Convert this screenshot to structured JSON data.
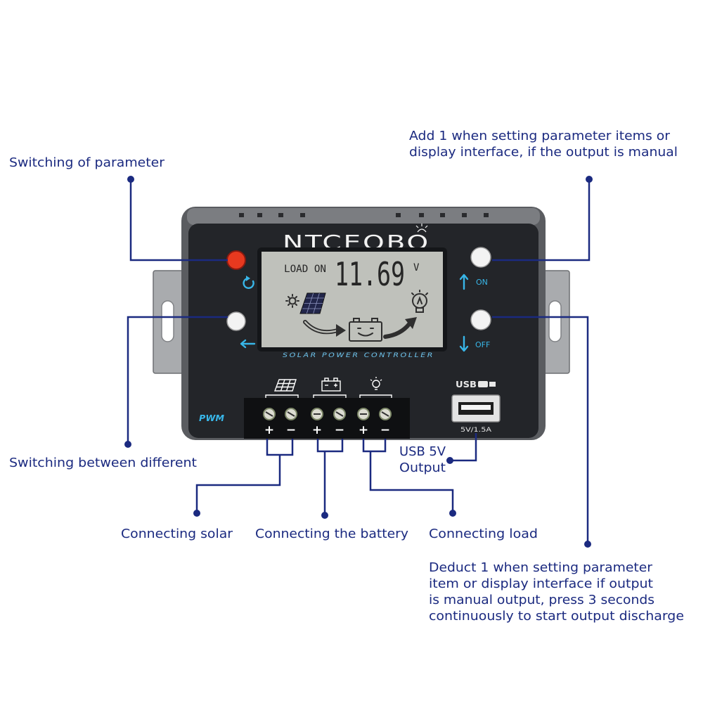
{
  "annotations": {
    "switching_parameter": "Switching of parameter",
    "add_one": [
      "Add 1 when setting parameter items or",
      "display interface, if the output is manual"
    ],
    "switching_between": "Switching between different",
    "usb_output": [
      "USB 5V",
      "Output"
    ],
    "connecting_solar": "Connecting solar",
    "connecting_battery": "Connecting the battery",
    "connecting_load": "Connecting load",
    "deduct_one": [
      "Deduct 1 when setting parameter",
      "item or display interface if output",
      "is manual output, press 3 seconds",
      "continuously to start output discharge"
    ]
  },
  "device": {
    "brand": "NTCEOBO",
    "lcd": {
      "load_status": "LOAD ON",
      "voltage": "11.69",
      "unit": "V"
    },
    "panel_label": "SOLAR POWER CONTROLLER",
    "mode_label": "PWM",
    "buttons": {
      "up_label": "ON",
      "down_label": "OFF"
    },
    "usb": {
      "label": "USB",
      "rating": "5V/1.5A"
    },
    "terminals": [
      {
        "group": "solar",
        "signs": [
          "+",
          "−"
        ]
      },
      {
        "group": "battery",
        "signs": [
          "+",
          "−"
        ]
      },
      {
        "group": "load",
        "signs": [
          "+",
          "−"
        ]
      }
    ]
  },
  "icons": {
    "left_top_button": "refresh-icon",
    "left_bottom_button": "arrow-left-icon",
    "right_top_button": "arrow-up-icon",
    "right_bottom_button": "arrow-down-icon",
    "lcd": [
      "sun-icon",
      "solar-panel-icon",
      "charge-arrow-icon",
      "battery-icon",
      "discharge-arrow-icon",
      "bulb-icon"
    ],
    "terminal_groups": [
      "solar-panel-icon",
      "battery-icon",
      "bulb-icon"
    ],
    "usb": "usb-icon"
  },
  "colors": {
    "annotation": "#1b2a80",
    "accent": "#38b6e8",
    "button_red": "#e8391f"
  }
}
